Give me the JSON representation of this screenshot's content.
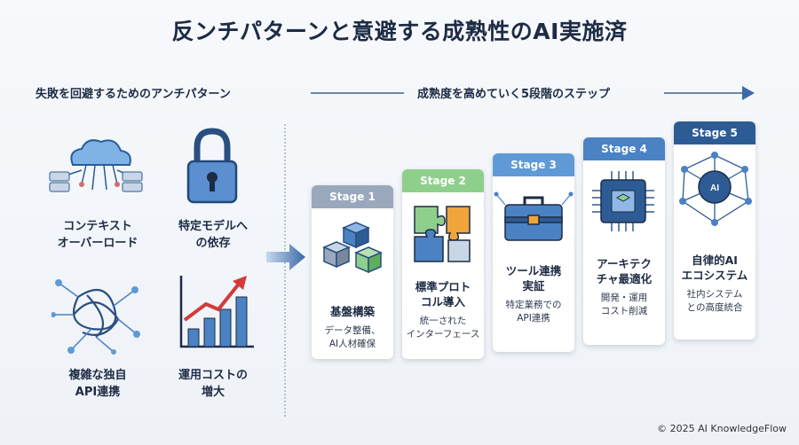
{
  "title": "反ンチパターンと意避する成熟性のAI実施済",
  "left_section": {
    "heading": "失敗を回避するためのアンチパターン",
    "items": [
      {
        "label": "コンテキスト\nオーバーロード",
        "icon": "cloud-network-icon"
      },
      {
        "label": "特定モデルへ\nの依存",
        "icon": "padlock-icon"
      },
      {
        "label": "複雑な独自\nAPI連携",
        "icon": "tangled-network-icon"
      },
      {
        "label": "運用コストの\n増大",
        "icon": "rising-bar-chart-icon"
      }
    ]
  },
  "right_section": {
    "heading": "成熟度を高めていく5段階のステップ",
    "stages": [
      {
        "stage": "Stage 1",
        "title": "基盤構築",
        "desc": "データ整備、\nAI人材確保",
        "color": "#9aa8bd",
        "icon": "cubes-icon"
      },
      {
        "stage": "Stage 2",
        "title": "標準プロト\nコル導入",
        "desc": "統一された\nインターフェース",
        "color": "#8fcf8c",
        "icon": "puzzle-icon"
      },
      {
        "stage": "Stage 3",
        "title": "ツール連携\n実証",
        "desc": "特定業務での\nAPI連携",
        "color": "#5f9ad6",
        "icon": "toolbox-icon"
      },
      {
        "stage": "Stage 4",
        "title": "アーキテク\nチャ最適化",
        "desc": "開発・運用\nコスト削減",
        "color": "#4b82c3",
        "icon": "chip-icon"
      },
      {
        "stage": "Stage 5",
        "title": "自律的AI\nエコシステム",
        "desc": "社内システム\nとの高度統合",
        "color": "#2d5c95",
        "icon": "ai-brain-network-icon",
        "badge": "AI"
      }
    ]
  },
  "footer": "© 2025 AI KnowledgeFlow"
}
